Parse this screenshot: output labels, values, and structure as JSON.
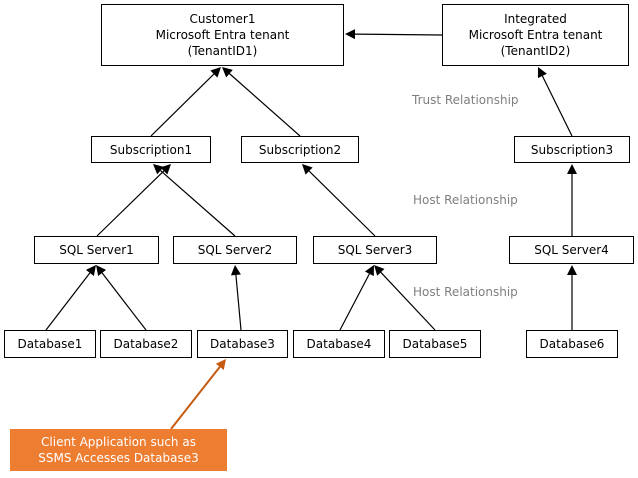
{
  "colors": {
    "box_border": "#000000",
    "box_fill": "#ffffff",
    "text": "#000000",
    "relationship_text": "#7f7f7f",
    "callout_fill": "#ed7d31",
    "callout_text": "#ffffff",
    "callout_arrow": "#c55a11"
  },
  "nodes": {
    "tenant1": {
      "lines": [
        "Customer1",
        "Microsoft Entra tenant",
        "(TenantID1)"
      ]
    },
    "tenant2": {
      "lines": [
        "Integrated",
        "Microsoft Entra tenant",
        "(TenantID2)"
      ]
    },
    "sub1": {
      "label": "Subscription1"
    },
    "sub2": {
      "label": "Subscription2"
    },
    "sub3": {
      "label": "Subscription3"
    },
    "sql1": {
      "label": "SQL Server1"
    },
    "sql2": {
      "label": "SQL Server2"
    },
    "sql3": {
      "label": "SQL Server3"
    },
    "sql4": {
      "label": "SQL Server4"
    },
    "db1": {
      "label": "Database1"
    },
    "db2": {
      "label": "Database2"
    },
    "db3": {
      "label": "Database3"
    },
    "db4": {
      "label": "Database4"
    },
    "db5": {
      "label": "Database5"
    },
    "db6": {
      "label": "Database6"
    },
    "client": {
      "lines": [
        "Client Application  such as",
        "SSMS Accesses Database3"
      ]
    }
  },
  "relationships": {
    "trust": "Trust Relationship",
    "host1": "Host Relationship",
    "host2": "Host Relationship"
  },
  "edges": [
    {
      "from": "tenant2",
      "to": "tenant1"
    },
    {
      "from": "sub1",
      "to": "tenant1"
    },
    {
      "from": "sub2",
      "to": "tenant1"
    },
    {
      "from": "sub3",
      "to": "tenant2"
    },
    {
      "from": "sql1",
      "to": "sub1"
    },
    {
      "from": "sql2",
      "to": "sub1"
    },
    {
      "from": "sql3",
      "to": "sub2"
    },
    {
      "from": "sql4",
      "to": "sub3"
    },
    {
      "from": "db1",
      "to": "sql1"
    },
    {
      "from": "db2",
      "to": "sql1"
    },
    {
      "from": "db3",
      "to": "sql2"
    },
    {
      "from": "db4",
      "to": "sql3"
    },
    {
      "from": "db5",
      "to": "sql3"
    },
    {
      "from": "db6",
      "to": "sql4"
    },
    {
      "from": "client",
      "to": "db3",
      "style": "callout"
    }
  ]
}
